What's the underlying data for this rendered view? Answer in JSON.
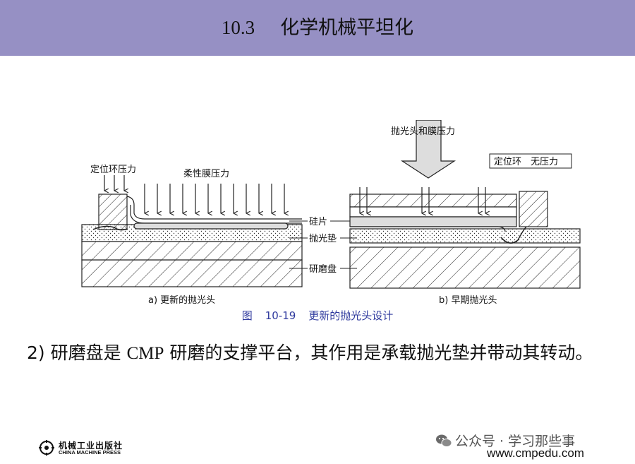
{
  "header": {
    "section_number": "10.3",
    "section_title": "化学机械平坦化",
    "background_color": "#9690c4"
  },
  "figure": {
    "label_retaining_ring_pressure": "定位环压力",
    "label_membrane_pressure": "柔性膜压力",
    "label_head_membrane_pressure": "抛光头和膜压力",
    "label_retaining_ring_no_pressure": "定位环　无压力",
    "label_wafer": "硅片",
    "label_pad": "抛光垫",
    "label_platen": "研磨盘",
    "subcaption_a": "a) 更新的抛光头",
    "subcaption_b": "b) 早期抛光头"
  },
  "caption": {
    "prefix": "图",
    "number": "10-19",
    "text": "更新的抛光头设计",
    "color": "#2f3a9e"
  },
  "body": {
    "part1": "2) 研磨盘是 ",
    "part2": "CMP",
    "part3": " 研磨的支撑平台，其作用是承载抛光垫并带动其转动。"
  },
  "footer": {
    "publisher_name": "机械工业出版社",
    "publisher_english": "CHINA MACHINE PRESS",
    "wechat_prefix": "公众号",
    "wechat_dot": "·",
    "wechat_name": "学习那些事",
    "url": "www.cmpedu.com",
    "icons": [
      "publisher-logo-icon",
      "wechat-icon"
    ]
  }
}
